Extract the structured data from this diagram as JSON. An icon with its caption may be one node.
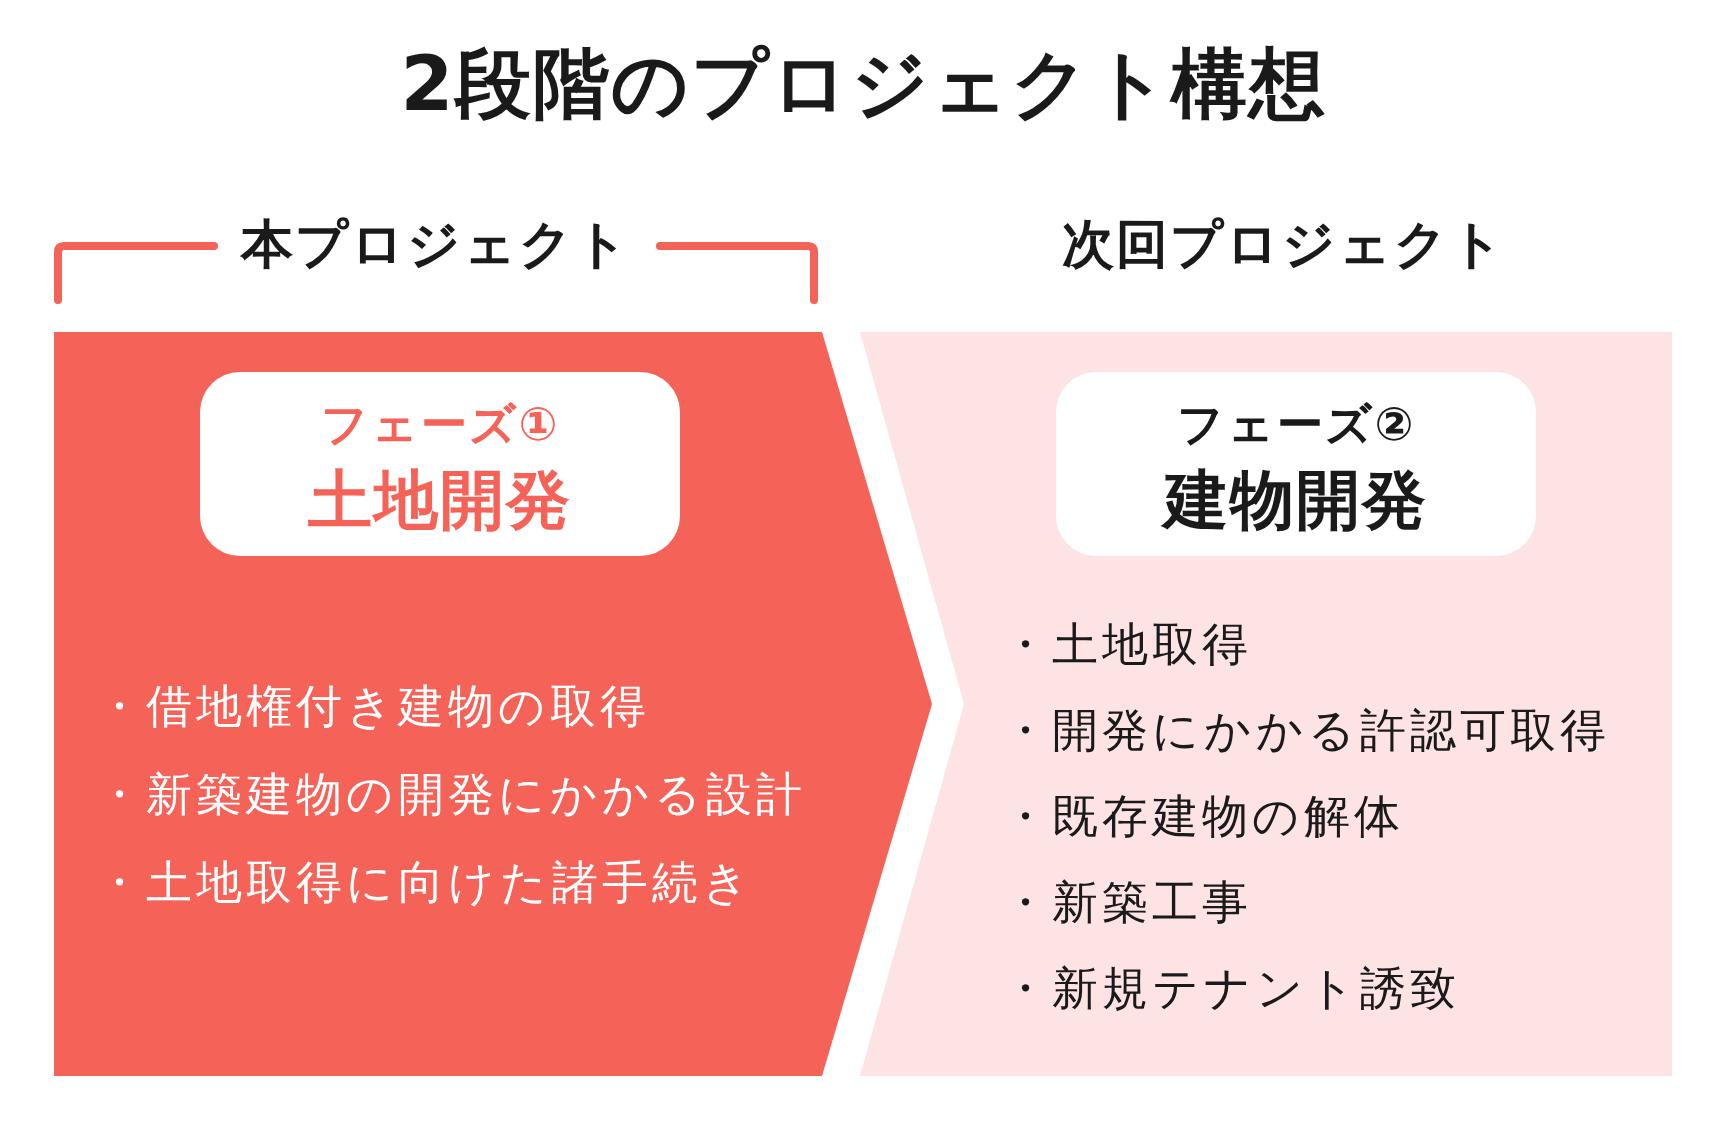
{
  "diagram": {
    "title": "2段階のプロジェクト構想",
    "nodes": [
      {
        "text": [
          "本プロジェクト",
          "・借地権付き建物の取得",
          "・新築建物の開発にかかる設計",
          "・土地取得に向けた諸手続き"
        ]
      },
      {
        "text": [
          "フェーズ①",
          "土地開発"
        ],
        "in": 0
      },
      {
        "text": [
          "次回プロジェクト",
          "・土地取得",
          "・開発にかかる許認可取得",
          "・既存建物の解体",
          "・新築工事",
          "・新規テナント誘致"
        ]
      },
      {
        "text": [
          "フェーズ②",
          "建物開発"
        ],
        "in": 2
      }
    ]
  }
}
